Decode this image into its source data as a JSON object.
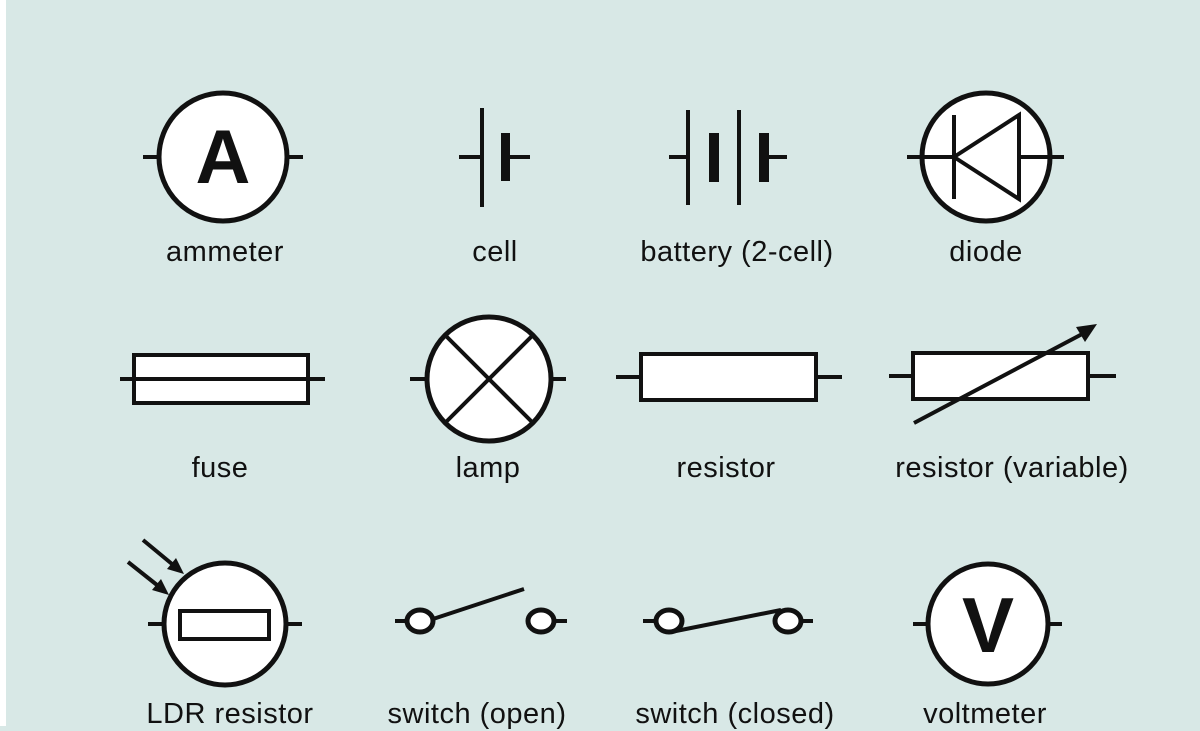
{
  "colors": {
    "background": "#d8e8e6",
    "ink": "#111111",
    "symbol_fill": "#ffffff"
  },
  "symbols": [
    {
      "label": "ammeter",
      "glyph": "A",
      "icon": "ammeter-icon"
    },
    {
      "label": "cell",
      "icon": "cell-icon"
    },
    {
      "label": "battery (2-cell)",
      "icon": "battery-icon"
    },
    {
      "label": "diode",
      "icon": "diode-icon"
    },
    {
      "label": "fuse",
      "icon": "fuse-icon"
    },
    {
      "label": "lamp",
      "icon": "lamp-icon"
    },
    {
      "label": "resistor",
      "icon": "resistor-icon"
    },
    {
      "label": "resistor (variable)",
      "icon": "variable-resistor-icon"
    },
    {
      "label": "LDR resistor",
      "icon": "ldr-icon"
    },
    {
      "label": "switch (open)",
      "icon": "open-switch-icon"
    },
    {
      "label": "switch (closed)",
      "icon": "closed-switch-icon"
    },
    {
      "label": "voltmeter",
      "glyph": "V",
      "icon": "voltmeter-icon"
    }
  ]
}
